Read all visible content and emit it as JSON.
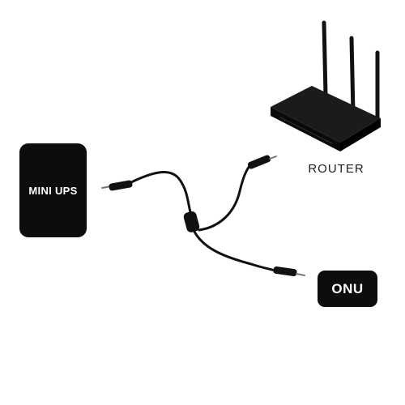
{
  "nodes": {
    "mini_ups": {
      "label": "MINI UPS"
    },
    "router": {
      "label": "ROUTER"
    },
    "onu": {
      "label": "ONU"
    }
  },
  "colors": {
    "device_fill": "#0d0d0d",
    "cable": "#111111",
    "label_text": "#ffffff",
    "router_label_text": "#222222",
    "background": "#ffffff"
  },
  "icons": [
    "router-icon",
    "y-splitter-cable-icon",
    "dc-plug-icon",
    "ferrite-bead-icon"
  ]
}
